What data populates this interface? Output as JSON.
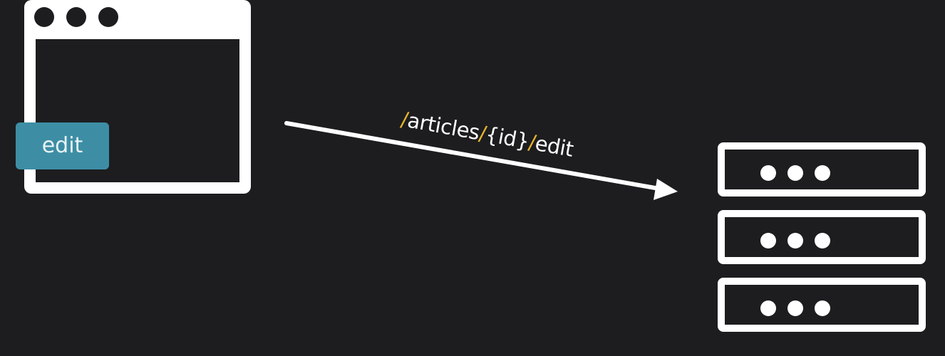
{
  "client": {
    "edit_button_label": "edit"
  },
  "request": {
    "url_segments": [
      {
        "text": "/",
        "type": "slash"
      },
      {
        "text": "articles",
        "type": "path"
      },
      {
        "text": "/",
        "type": "slash"
      },
      {
        "text": "{id}",
        "type": "path"
      },
      {
        "text": "/",
        "type": "slash"
      },
      {
        "text": "edit",
        "type": "path"
      }
    ]
  },
  "server": {
    "unit_count": 3
  },
  "colors": {
    "background": "#1d1d20",
    "foreground": "#ffffff",
    "button": "#3d8ea5",
    "slash_accent": "#e6b52c"
  }
}
